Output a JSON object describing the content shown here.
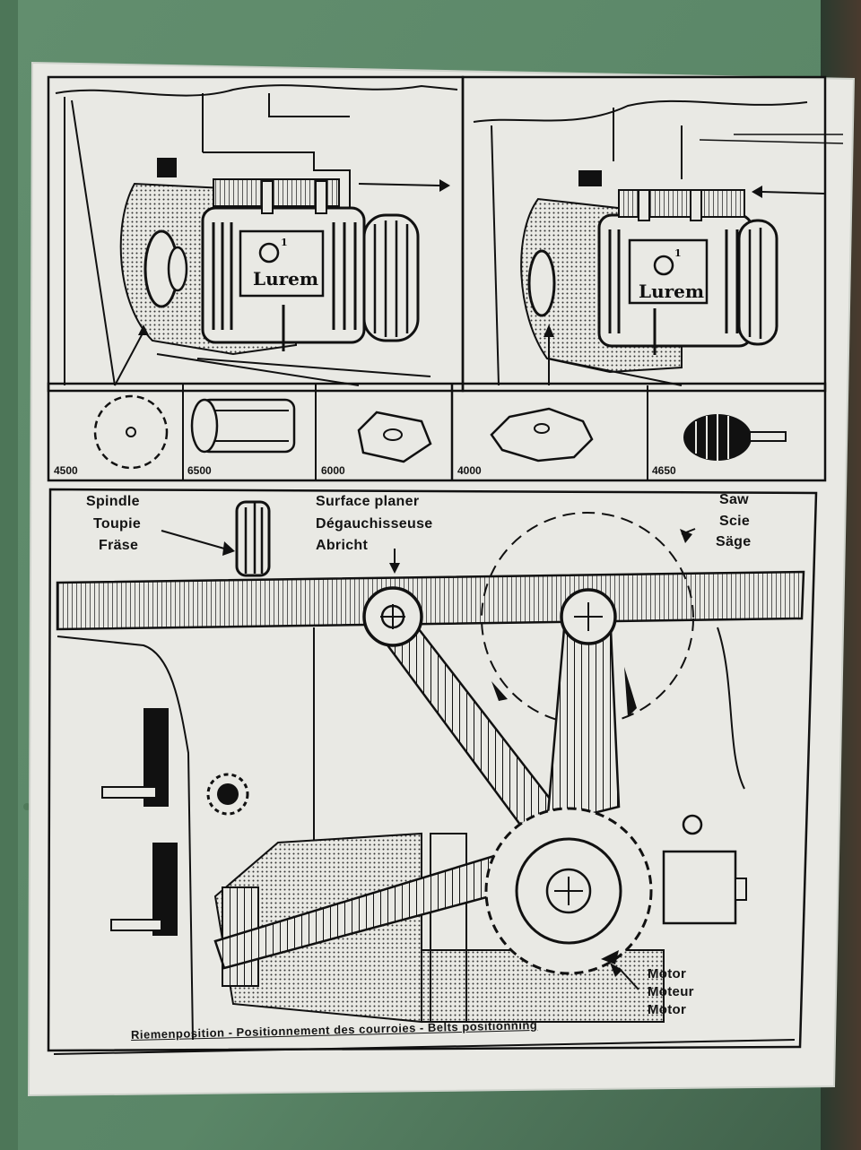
{
  "panel": {
    "top_left": {
      "logo": "Lurem",
      "logo_mark": "1"
    },
    "top_right": {
      "logo": "Lurem",
      "logo_mark": "1"
    }
  },
  "tools": [
    {
      "code": "4500",
      "icon": "saw-blade-icon"
    },
    {
      "code": "6500",
      "icon": "planer-cutter-icon"
    },
    {
      "code": "6000",
      "icon": "spindle-cutter-icon"
    },
    {
      "code": "4000",
      "icon": "disc-blade-icon"
    },
    {
      "code": "4650",
      "icon": "drill-chuck-icon"
    }
  ],
  "belt_diagram": {
    "spindle": [
      "Spindle",
      "Toupie",
      "Fräse"
    ],
    "surface_planer": [
      "Surface planer",
      "Dégauchisseuse",
      "Abricht"
    ],
    "saw": [
      "Saw",
      "Scie",
      "Säge"
    ],
    "motor": [
      "Motor",
      "Moteur",
      "Motor"
    ]
  },
  "caption": "Riemenposition - Positionnement des courroies - Belts positionning",
  "colors": {
    "machine_paint": "#5f8a6c",
    "label_paper": "#e9e9e4",
    "ink": "#141414"
  }
}
